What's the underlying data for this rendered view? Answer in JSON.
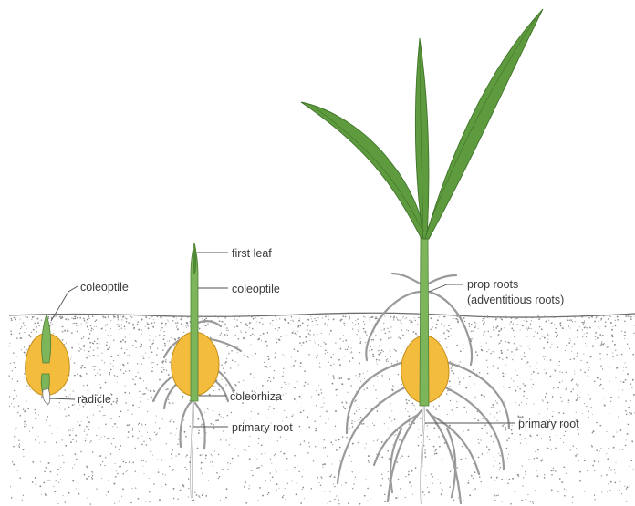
{
  "labels": {
    "stage1_coleoptile": "coleoptile",
    "stage1_radicle": "radicle",
    "stage2_first_leaf": "first leaf",
    "stage2_coleoptile": "coleoptile",
    "stage2_coleorhiza": "coleorhiza",
    "stage2_primary_root": "primary root",
    "stage3_prop_roots_line1": "prop roots",
    "stage3_prop_roots_line2": "(adventitious roots)",
    "stage3_primary_root": "primary root"
  },
  "colors": {
    "soil_dots": "#8a8a8a",
    "seed": "#f3bc3c",
    "seed_edge": "#c48f1c",
    "stem": "#7cb55a",
    "leaf": "#5e9a3e",
    "leaf_dark": "#3f7429",
    "root": "#9a9a9a"
  }
}
